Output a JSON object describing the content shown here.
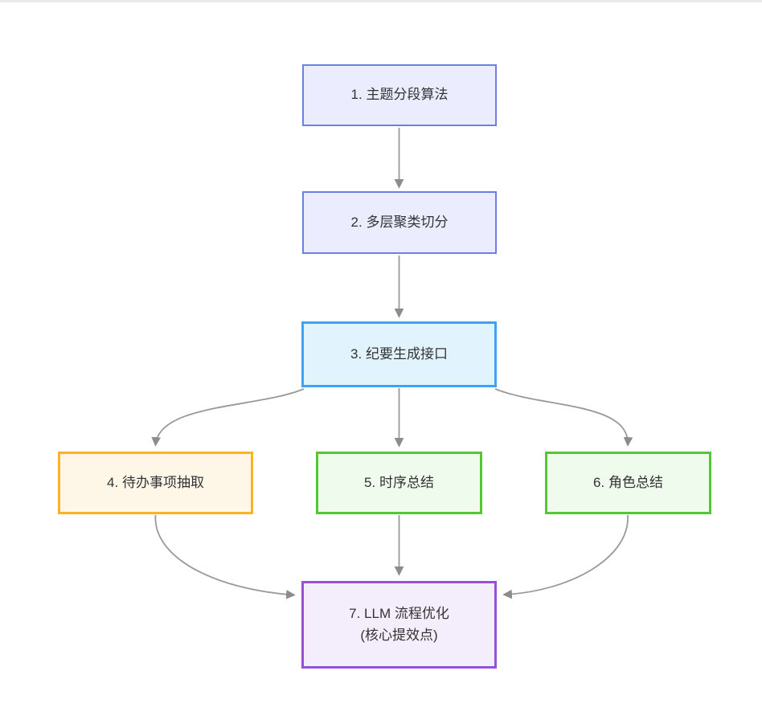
{
  "page": {
    "background": "#ffffff",
    "top_strip_color": "#eaeaea"
  },
  "palette": {
    "edge_color": "#999999",
    "arrowhead_color": "#8c8c8c",
    "text_color": "#333333"
  },
  "diagram": {
    "type": "flowchart",
    "direction": "top-down"
  },
  "nodes": [
    {
      "id": "1",
      "label": "1. 主题分段算法",
      "fill": "#ECECFF",
      "border": "#6D7FE3"
    },
    {
      "id": "2",
      "label": "2. 多层聚类切分",
      "fill": "#ECECFF",
      "border": "#6D7FE3"
    },
    {
      "id": "3",
      "label": "3. 纪要生成接口",
      "fill": "#E1F3FD",
      "border": "#3EA2F6"
    },
    {
      "id": "4",
      "label": "4. 待办事项抽取",
      "fill": "#FEF7E8",
      "border": "#FFB226"
    },
    {
      "id": "5",
      "label": "5. 时序总结",
      "fill": "#EFFBEC",
      "border": "#54C834"
    },
    {
      "id": "6",
      "label": "6. 角色总结",
      "fill": "#EFFBEC",
      "border": "#54C834"
    },
    {
      "id": "7",
      "label": "7. LLM 流程优化",
      "sublabel": "(核心提效点)",
      "fill": "#F4EDFB",
      "border": "#9950D8"
    }
  ],
  "edges": [
    {
      "from": "1",
      "to": "2"
    },
    {
      "from": "2",
      "to": "3"
    },
    {
      "from": "3",
      "to": "4"
    },
    {
      "from": "3",
      "to": "5"
    },
    {
      "from": "3",
      "to": "6"
    },
    {
      "from": "4",
      "to": "7"
    },
    {
      "from": "5",
      "to": "7"
    },
    {
      "from": "6",
      "to": "7"
    }
  ]
}
